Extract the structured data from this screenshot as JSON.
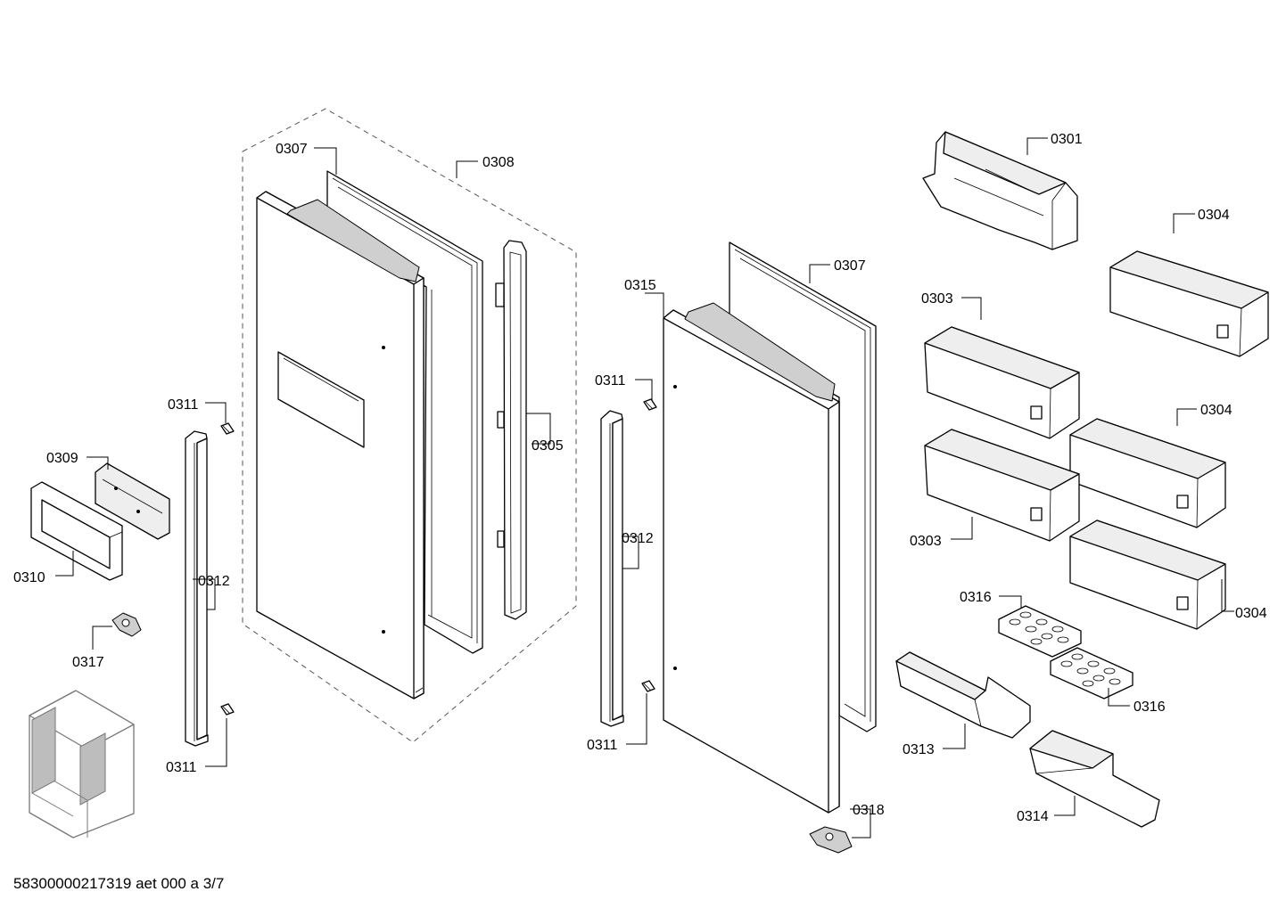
{
  "footer": {
    "document_id": "58300000217319 aet 000 a 3/7"
  },
  "callouts": {
    "c0307_left": "0307",
    "c0308": "0308",
    "c0305": "0305",
    "c0309": "0309",
    "c0310": "0310",
    "c0311_left_top": "0311",
    "c0312_left": "0312",
    "c0317": "0317",
    "c0311_left_bottom": "0311",
    "c0315": "0315",
    "c0311_mid_top": "0311",
    "c0312_mid": "0312",
    "c0311_mid_bottom": "0311",
    "c0307_right": "0307",
    "c0318": "0318",
    "c0301": "0301",
    "c0304_top": "0304",
    "c0303_top": "0303",
    "c0304_mid": "0304",
    "c0303_bottom": "0303",
    "c0304_bottom": "0304",
    "c0316_top": "0316",
    "c0316_bottom": "0316",
    "c0313": "0313",
    "c0314": "0314"
  }
}
